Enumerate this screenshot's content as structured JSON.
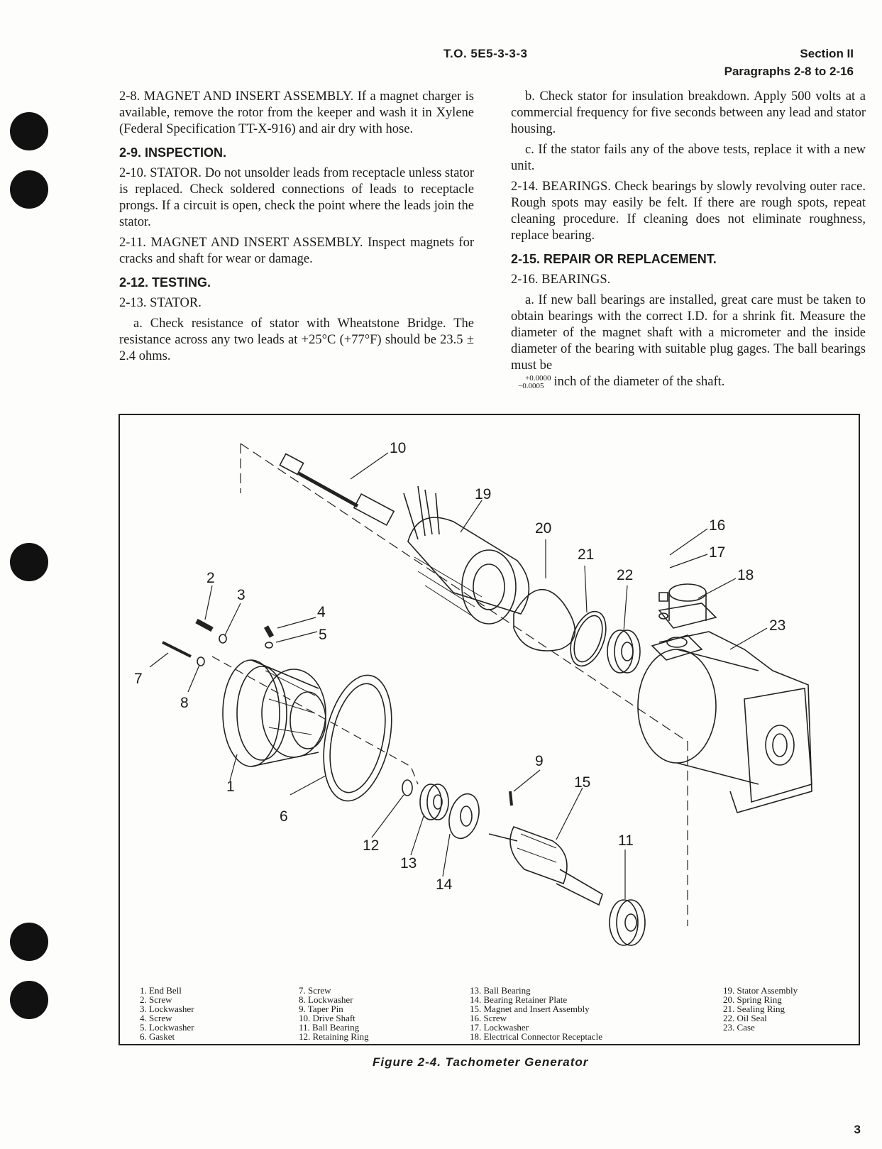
{
  "header": {
    "to_number": "T.O. 5E5-3-3-3",
    "section": "Section II",
    "paragraphs": "Paragraphs 2-8 to 2-16"
  },
  "left_column": {
    "p_2_8": "2-8. MAGNET AND INSERT ASSEMBLY. If a magnet charger is available, remove the rotor from the keeper and wash it in Xylene (Federal Specification TT-X-916) and air dry with hose.",
    "h_2_9": "2-9. INSPECTION.",
    "p_2_10": "2-10. STATOR. Do not unsolder leads from receptacle unless stator is replaced. Check soldered connections of leads to receptacle prongs. If a circuit is open, check the point where the leads join the stator.",
    "p_2_11": "2-11. MAGNET AND INSERT ASSEMBLY. Inspect magnets for cracks and shaft for wear or damage.",
    "h_2_12": "2-12. TESTING.",
    "p_2_13": "2-13. STATOR.",
    "p_2_13a": "a. Check resistance of stator with Wheatstone Bridge. The resistance across any two leads at +25°C (+77°F) should be 23.5 ± 2.4 ohms."
  },
  "right_column": {
    "p_b": "b. Check stator for insulation breakdown. Apply 500 volts at a commercial frequency for five seconds between any lead and stator housing.",
    "p_c": "c. If the stator fails any of the above tests, replace it with a new unit.",
    "p_2_14": "2-14. BEARINGS. Check bearings by slowly revolving outer race. Rough spots may easily be felt. If there are rough spots, repeat cleaning procedure. If cleaning does not eliminate roughness, replace bearing.",
    "h_2_15": "2-15. REPAIR OR REPLACEMENT.",
    "p_2_16": "2-16. BEARINGS.",
    "p_2_16a": "a. If new ball bearings are installed, great care must be taken to obtain bearings with the correct I.D. for a shrink fit. Measure the diameter of the magnet shaft with a micrometer and the inside diameter of the bearing with suitable plug gages. The ball bearings must be",
    "tol_upper": "+0.0000",
    "tol_lower": "−0.0005",
    "p_2_16a_end": "inch of the diameter of the shaft."
  },
  "figure": {
    "callouts": [
      "1",
      "2",
      "3",
      "4",
      "5",
      "6",
      "7",
      "8",
      "9",
      "10",
      "11",
      "12",
      "13",
      "14",
      "15",
      "16",
      "17",
      "18",
      "19",
      "20",
      "21",
      "22",
      "23"
    ],
    "legend_col1": [
      "1. End Bell",
      "2. Screw",
      "3. Lockwasher",
      "4. Screw",
      "5. Lockwasher",
      "6. Gasket"
    ],
    "legend_col2": [
      "7. Screw",
      "8. Lockwasher",
      "9. Taper Pin",
      "10. Drive Shaft",
      "11. Ball Bearing",
      "12. Retaining Ring"
    ],
    "legend_col3": [
      "13. Ball Bearing",
      "14. Bearing Retainer Plate",
      "15. Magnet and Insert Assembly",
      "16. Screw",
      "17. Lockwasher",
      "18. Electrical Connector Receptacle"
    ],
    "legend_col4": [
      "19. Stator Assembly",
      "20. Spring Ring",
      "21. Sealing Ring",
      "22. Oil Seal",
      "23. Case"
    ],
    "caption": "Figure 2-4. Tachometer Generator"
  },
  "page_number": "3"
}
